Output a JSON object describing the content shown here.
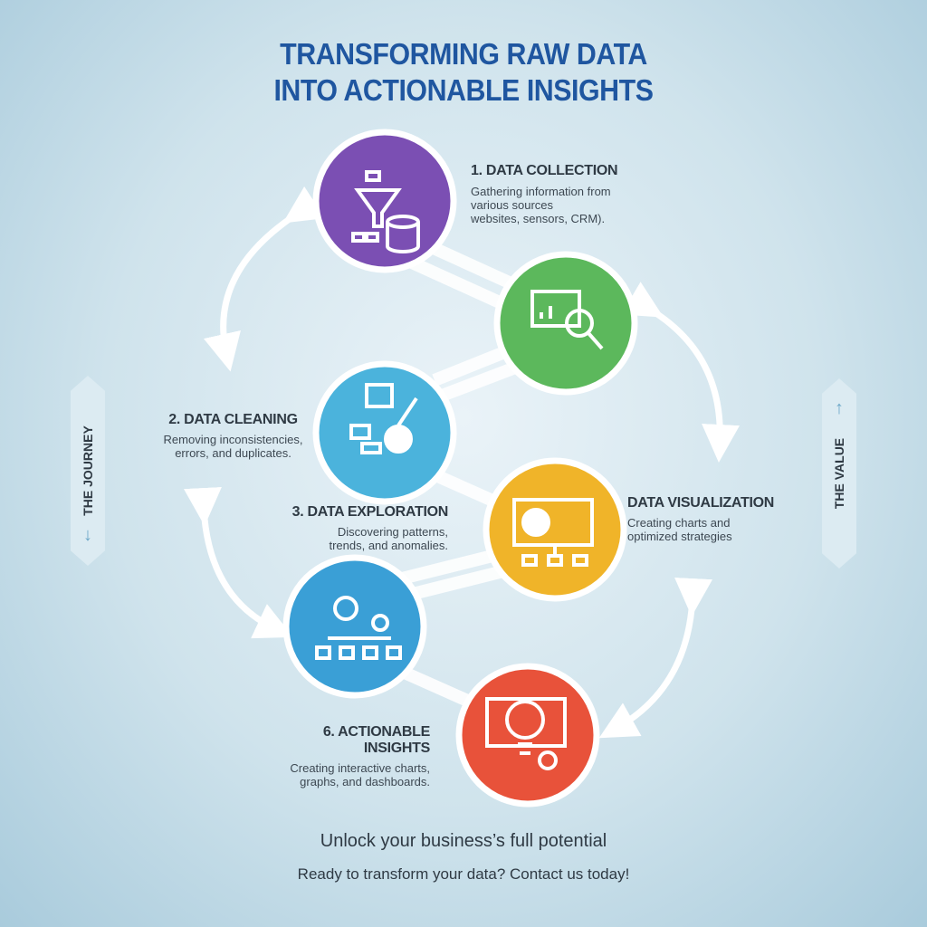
{
  "title": {
    "line1": "TRANSFORMING RAW DATA",
    "line2": "INTO ACTIONABLE    INSIGHTS"
  },
  "steps": [
    {
      "title": "1.  DATA COLLECTION",
      "desc": [
        "Gathering information from",
        "various sources",
        "websites, sensors, CRM)."
      ],
      "color": "#7b4fb3",
      "icon": "funnel-database-icon"
    },
    {
      "title": "2. DATA CLEANING",
      "desc": [
        "Removing inconsistencies,",
        "errors, and duplicates."
      ],
      "color": "#4bb3dc",
      "icon": "broom-icon"
    },
    {
      "title": "3. DATA EXPLORATION",
      "desc": [
        "Discovering patterns,",
        "trends, and anomalies."
      ],
      "color": "#5cb85c",
      "icon": "magnifier-chart-icon"
    },
    {
      "title": "DATA VISUALIZATION",
      "desc": [
        "Creating charts and",
        "optimized strategies"
      ],
      "color": "#f0b429",
      "icon": "pie-chart-icon"
    },
    {
      "title": "6. ACTIONABLE INSIGHTS",
      "desc": [
        "Creating interactive charts,",
        "graphs, and dashboards."
      ],
      "color": "#e8523a",
      "icon": "lightbulb-icon"
    }
  ],
  "gears_color": "#3a9fd6",
  "side": {
    "left": "THE JOURNEY",
    "right": "THE VALUE"
  },
  "footer": {
    "line1": "Unlock your business’s full potential",
    "line2": "Ready to transform your data? Contact us today!"
  }
}
